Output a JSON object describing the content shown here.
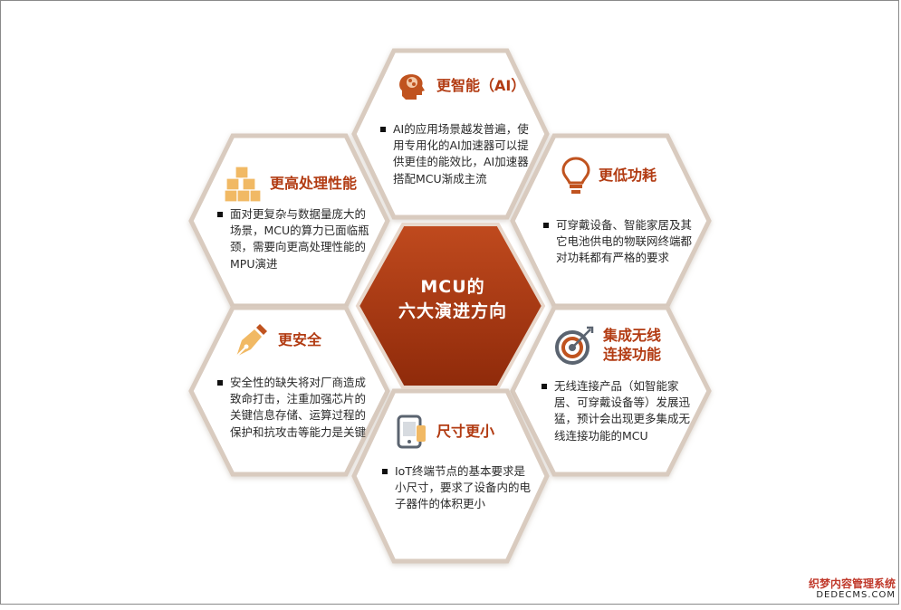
{
  "center": {
    "line1": "MCU的",
    "line2": "六大演进方向"
  },
  "nodes": [
    {
      "id": "ai",
      "title": "更智能（AI）",
      "icon": "brain-head-icon",
      "text": "AI的应用场景越发普遍，使用专用化的AI加速器可以提供更佳的能效比，AI加速器搭配MCU渐成主流"
    },
    {
      "id": "perf",
      "title": "更高处理性能",
      "icon": "cubes-icon",
      "text": "面对更复杂与数据量庞大的场景，MCU的算力已面临瓶颈，需要向更高处理性能的MPU演进"
    },
    {
      "id": "power",
      "title": "更低功耗",
      "icon": "lightbulb-icon",
      "text": "可穿戴设备、智能家居及其它电池供电的物联网终端都对功耗都有严格的要求"
    },
    {
      "id": "security",
      "title": "更安全",
      "icon": "pen-nib-icon",
      "text": "安全性的缺失将对厂商造成致命打击，注重加强芯片的关键信息存储、运算过程的保护和抗攻击等能力是关键"
    },
    {
      "id": "wireless",
      "title": "集成无线连接功能",
      "icon": "target-icon",
      "text": "无线连接产品（如智能家居、可穿戴设备等）发展迅猛，预计会出现更多集成无线连接功能的MCU"
    },
    {
      "id": "size",
      "title": "尺寸更小",
      "icon": "phone-device-icon",
      "text": "IoT终端节点的基本要求是小尺寸，要求了设备内的电子器件的体积更小"
    }
  ],
  "watermark": {
    "cn": "织梦内容管理系统",
    "en": "DEDECMS.COM"
  },
  "colors": {
    "accent": "#b23b12",
    "center_top": "#b8431a",
    "center_bottom": "#8f2a0a",
    "hex_fill": "#ffffff",
    "hex_stroke": "#d9cbbf"
  }
}
